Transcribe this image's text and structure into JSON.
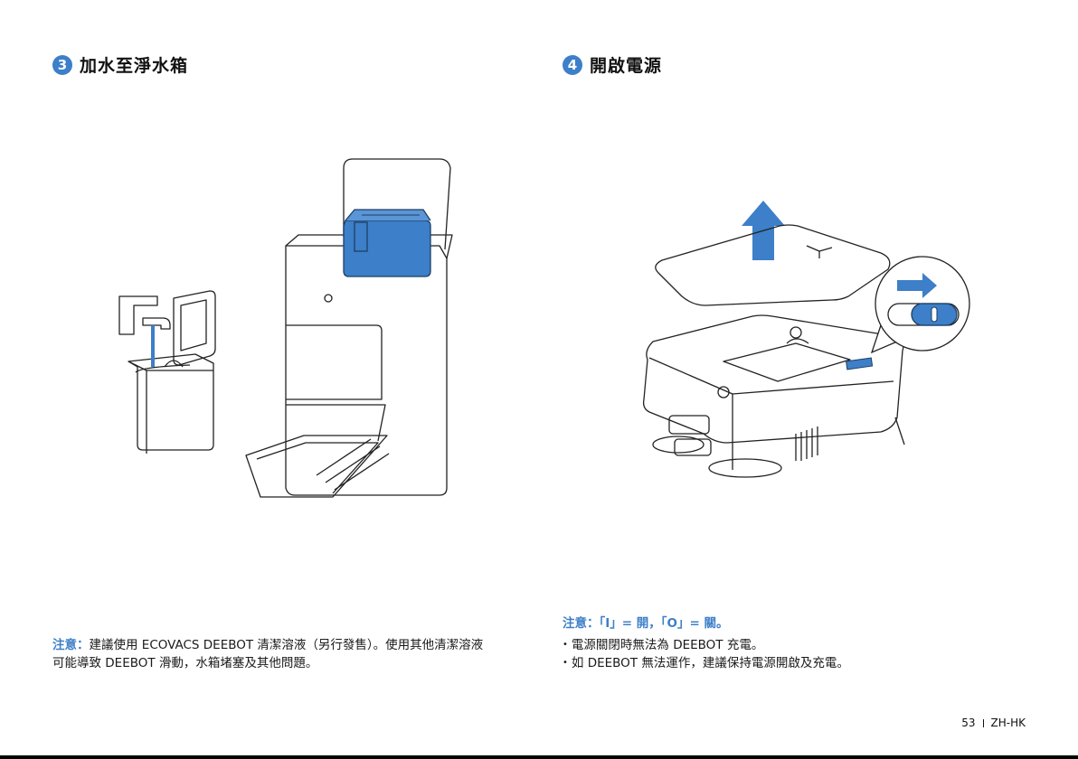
{
  "step3": {
    "number": "3",
    "title": "加水至淨水箱",
    "note_label": "注意：",
    "note_line1": "建議使用 ECOVACS DEEBOT 清潔溶液（另行發售）。使用其他清潔溶液",
    "note_line2": "可能導致 DEEBOT 滑動，水箱堵塞及其他問題。"
  },
  "step4": {
    "number": "4",
    "title": "開啟電源",
    "note_label": "注意：",
    "note_text": "「I」= 開，「O」= 關。",
    "bullets": [
      "電源關閉時無法為 DEEBOT 充電。",
      "如 DEEBOT 無法運作，建議保持電源開啟及充電。"
    ]
  },
  "footer": {
    "page_number": "53",
    "language": "ZH-HK"
  },
  "colors": {
    "accent": "#3d7fc8"
  }
}
